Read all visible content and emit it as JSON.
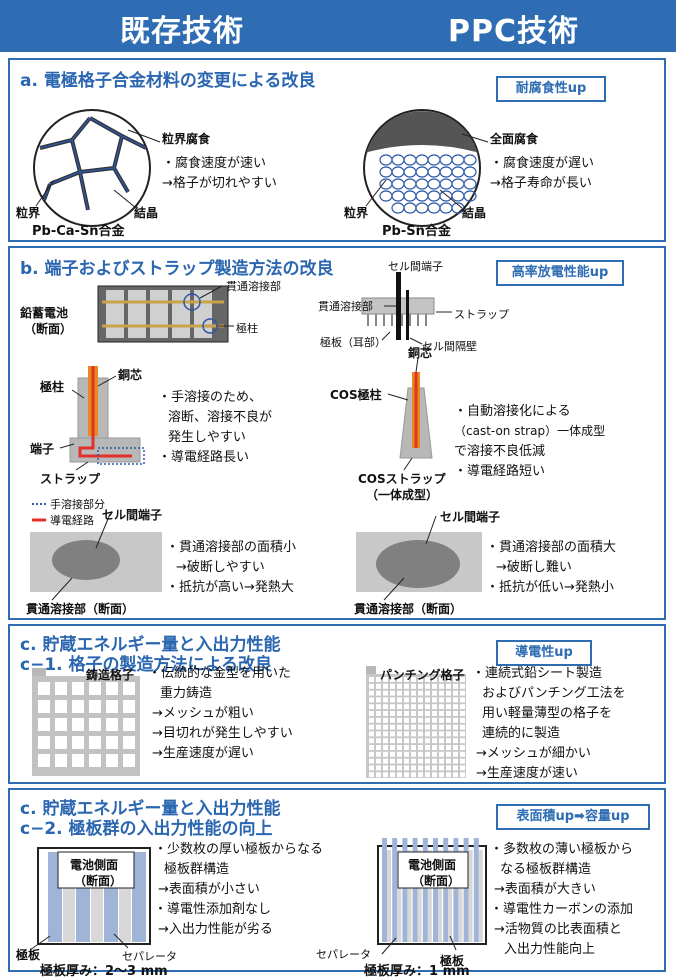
{
  "header": {
    "left_title": "既存技術",
    "right_title": "PPC技術"
  },
  "section_a": {
    "title": "a. 電極格子合金材料の変更による改良",
    "badge": "耐腐食性up",
    "left": {
      "callout": "粒界腐食",
      "lines": [
        "・腐食速度が速い",
        "→格子が切れやすい"
      ],
      "label_boundary": "粒界",
      "label_crystal": "結晶",
      "alloy": "Pb-Ca-Sn合金"
    },
    "right": {
      "callout": "全面腐食",
      "lines": [
        "・腐食速度が遅い",
        "→格子寿命が長い"
      ],
      "label_boundary": "粒界",
      "label_crystal": "結晶",
      "alloy": "Pb-Sn合金"
    }
  },
  "section_b": {
    "title": "b. 端子およびストラップ製造方法の改良",
    "badge": "高率放電性能up",
    "battery_label": "鉛蓄電池\n（断面）",
    "battery_callout1": "貫通溶接部",
    "battery_callout2": "極柱",
    "ppc_labels": {
      "cell_terminal": "セル間端子",
      "weld": "貫通溶接部",
      "strap": "ストラップ",
      "plate_ear": "極板（耳部）",
      "partition": "セル間隔壁"
    },
    "left_post": {
      "post": "極柱",
      "core": "銅芯",
      "terminal": "端子",
      "strap": "ストラップ",
      "legend1": "手溶接部分",
      "legend2": "導電経路"
    },
    "left_lines": [
      "・手溶接のため、",
      "溶断、溶接不良が",
      "発生しやすい",
      "・導電経路長い"
    ],
    "right_post": {
      "core": "銅芯",
      "post": "COS極柱",
      "strap": "COSストラップ",
      "strap_sub": "（一体成型）"
    },
    "right_lines": [
      "・自動溶接化による",
      "（cast-on strap）一体成型",
      "で溶接不良低減",
      "・導電経路短い"
    ],
    "left_weld": {
      "terminal": "セル間端子",
      "section": "貫通溶接部（断面）",
      "lines": [
        "・貫通溶接部の面積小",
        "→破断しやすい",
        "・抵抗が高い→発熱大"
      ]
    },
    "right_weld": {
      "terminal": "セル間端子",
      "section": "貫通溶接部（断面）",
      "lines": [
        "・貫通溶接部の面積大",
        "→破断し難い",
        "・抵抗が低い→発熱小"
      ]
    }
  },
  "section_c1": {
    "title": "c. 貯蔵エネルギー量と入出力性能",
    "subtitle": "c−1. 格子の製造方法による改良",
    "badge": "導電性up",
    "left_label": "鋳造格子",
    "left_lines": [
      "・伝統的な金型を用いた",
      "重力鋳造",
      "→メッシュが粗い",
      "→目切れが発生しやすい",
      "→生産速度が遅い"
    ],
    "right_label": "パンチング格子",
    "right_lines": [
      "・連続式鉛シート製造",
      "およびパンチング工法を",
      "用い軽量薄型の格子を",
      "連続的に製造",
      "→メッシュが細かい",
      "→生産速度が速い"
    ]
  },
  "section_c2": {
    "title": "c. 貯蔵エネルギー量と入出力性能",
    "subtitle": "c−2. 極板群の入出力性能の向上",
    "badge": "表面積up➡容量up",
    "left_box": "電池側面\n（断面）",
    "left_lines": [
      "・少数枚の厚い極板からなる",
      "極板群構造",
      "→表面積が小さい",
      "・導電性添加剤なし",
      "→入出力性能が劣る"
    ],
    "left_plate": "極板",
    "left_sep": "セパレータ",
    "left_thickness": "極板厚み：2〜3 mm",
    "right_box": "電池側面\n（断面）",
    "right_lines": [
      "・多数枚の薄い極板から",
      "なる極板群構造",
      "→表面積が大きい",
      "・導電性カーボンの添加",
      "→活物質の比表面積と",
      "入出力性能向上"
    ],
    "right_plate": "極板",
    "right_sep": "セパレータ",
    "right_thickness": "極板厚み：1 mm"
  },
  "colors": {
    "header": "#2e6db4",
    "title": "#2b66b0",
    "copper": "#e98a1c",
    "red": "#e0322b",
    "gray": "#b8b8b8",
    "plate_blue": "#9fb4d6"
  }
}
